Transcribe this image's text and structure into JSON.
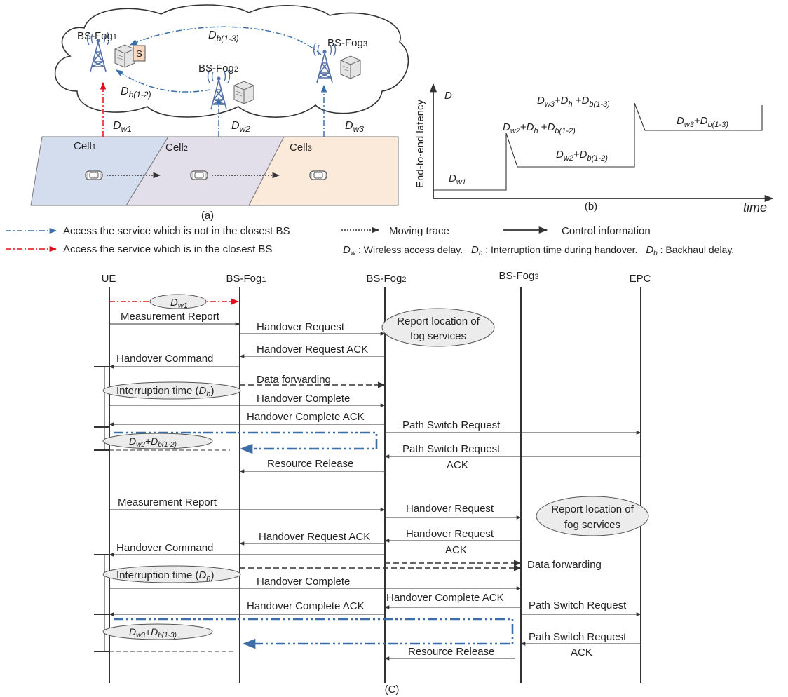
{
  "panel_a": {
    "caption": "(a)",
    "bs": [
      {
        "name": "BS-Fog",
        "sub": "1"
      },
      {
        "name": "BS-Fog",
        "sub": "2"
      },
      {
        "name": "BS-Fog",
        "sub": "3"
      }
    ],
    "service_badge": "S",
    "cells": [
      {
        "name": "Cell",
        "sub": "1"
      },
      {
        "name": "Cell",
        "sub": "2"
      },
      {
        "name": "Cell",
        "sub": "3"
      }
    ],
    "db13": {
      "main": "D",
      "sub": "b(1-3)"
    },
    "db12": {
      "main": "D",
      "sub": "b(1-2)"
    },
    "dw": [
      {
        "main": "D",
        "sub": "w1"
      },
      {
        "main": "D",
        "sub": "w2"
      },
      {
        "main": "D",
        "sub": "w3"
      }
    ]
  },
  "panel_b": {
    "caption": "(b)",
    "ylabel": "End-to-end latency",
    "yaxis_letter": "D",
    "xlabel": "time",
    "labels": [
      {
        "key": "dw1",
        "parts": [
          {
            "t": "D",
            "m": "main"
          },
          {
            "t": "w1",
            "m": "sub"
          }
        ]
      },
      {
        "key": "peak2",
        "parts": [
          {
            "t": "D",
            "m": "main"
          },
          {
            "t": "w2",
            "m": "sub"
          },
          {
            "t": "+",
            "m": "plain"
          },
          {
            "t": "D",
            "m": "main"
          },
          {
            "t": "h",
            "m": "sub"
          },
          {
            "t": " +",
            "m": "plain"
          },
          {
            "t": "D",
            "m": "main"
          },
          {
            "t": "b(1-2)",
            "m": "sub"
          }
        ]
      },
      {
        "key": "level2",
        "parts": [
          {
            "t": "D",
            "m": "main"
          },
          {
            "t": "w2",
            "m": "sub"
          },
          {
            "t": "+",
            "m": "plain"
          },
          {
            "t": "D",
            "m": "main"
          },
          {
            "t": "b(1-2)",
            "m": "sub"
          }
        ]
      },
      {
        "key": "peak3",
        "parts": [
          {
            "t": "D",
            "m": "main"
          },
          {
            "t": "w3",
            "m": "sub"
          },
          {
            "t": "+",
            "m": "plain"
          },
          {
            "t": "D",
            "m": "main"
          },
          {
            "t": "h",
            "m": "sub"
          },
          {
            "t": " +",
            "m": "plain"
          },
          {
            "t": "D",
            "m": "main"
          },
          {
            "t": "b(1-3)",
            "m": "sub"
          }
        ]
      },
      {
        "key": "level3",
        "parts": [
          {
            "t": "D",
            "m": "main"
          },
          {
            "t": "w3",
            "m": "sub"
          },
          {
            "t": "+",
            "m": "plain"
          },
          {
            "t": "D",
            "m": "main"
          },
          {
            "t": "b(1-3)",
            "m": "sub"
          }
        ]
      }
    ]
  },
  "legend": {
    "blue_access": "Access the service which is not in the closest BS",
    "red_access": "Access the service which is in the closest BS",
    "moving": "Moving trace",
    "control": "Control information",
    "dw_sym": "D",
    "dw_sub": "w",
    "dw_text": " : Wireless access delay.",
    "dh_sym": "D",
    "dh_sub": "h",
    "dh_text": " : Interruption time during handover.",
    "db_sym": "D",
    "db_sub": "b",
    "db_text": " : Backhaul delay."
  },
  "panel_c": {
    "caption": "(C)",
    "entities": [
      {
        "name": "UE",
        "sub": ""
      },
      {
        "name": "BS-Fog",
        "sub": "1"
      },
      {
        "name": "BS-Fog",
        "sub": "2"
      },
      {
        "name": "BS-Fog",
        "sub": "3"
      },
      {
        "name": "EPC",
        "sub": ""
      }
    ],
    "messages": {
      "meas1": "Measurement Report",
      "horeq1": "Handover Request",
      "report1_l1": "Report location of",
      "report1_l2": "fog services",
      "hoack1": "Handover Request ACK",
      "hocmd1": "Handover Command",
      "fwd1": "Data forwarding",
      "interrupt1_pre": "Interruption time (",
      "interrupt1_sym": "D",
      "interrupt1_sub": "h",
      "interrupt1_post": ")",
      "hocomp1": "Handover Complete",
      "hocompack1": "Handover Complete ACK",
      "psr1": "Path Switch Request",
      "psrack1_l1": "Path Switch Request",
      "psrack1_l2": "ACK",
      "rr1": "Resource Release",
      "meas2": "Measurement  Report",
      "horeq2": "Handover Request",
      "report2_l1": "Report location of",
      "report2_l2": "fog services",
      "hoack2": "Handover Request ACK",
      "hoack2b_l1": "Handover Request",
      "hoack2b_l2": "ACK",
      "hocmd2": "Handover Command",
      "fwd2": "Data forwarding",
      "interrupt2_pre": "Interruption time (",
      "interrupt2_sym": "D",
      "interrupt2_sub": "h",
      "interrupt2_post": ")",
      "hocomp2": "Handover Complete",
      "hocompack2a": "Handover Complete ACK",
      "hocompack2b": "Handover Complete ACK",
      "psr2": "Path Switch Request",
      "psrack2_l1": "Path Switch Request",
      "psrack2_l2": "ACK",
      "rr2": "Resource Release"
    },
    "ellipse_dw1": {
      "main": "D",
      "sub": "w1"
    },
    "ellipse_dw2": {
      "main1": "D",
      "sub1": "w2",
      "plus": "+",
      "main2": "D",
      "sub2": "b(1-2)"
    },
    "ellipse_dw3": {
      "main1": "D",
      "sub1": "w3",
      "plus": "+",
      "main2": "D",
      "sub2": "b(1-3)"
    }
  },
  "colors": {
    "blue_access": "#3b6ea8",
    "red_access": "#e0101a",
    "cell1": "#d3ddee",
    "cell2": "#e2dfea",
    "cell3": "#fbe9da",
    "service_badge": "#f8d6bf",
    "ellipse_fill": "#ececec"
  }
}
